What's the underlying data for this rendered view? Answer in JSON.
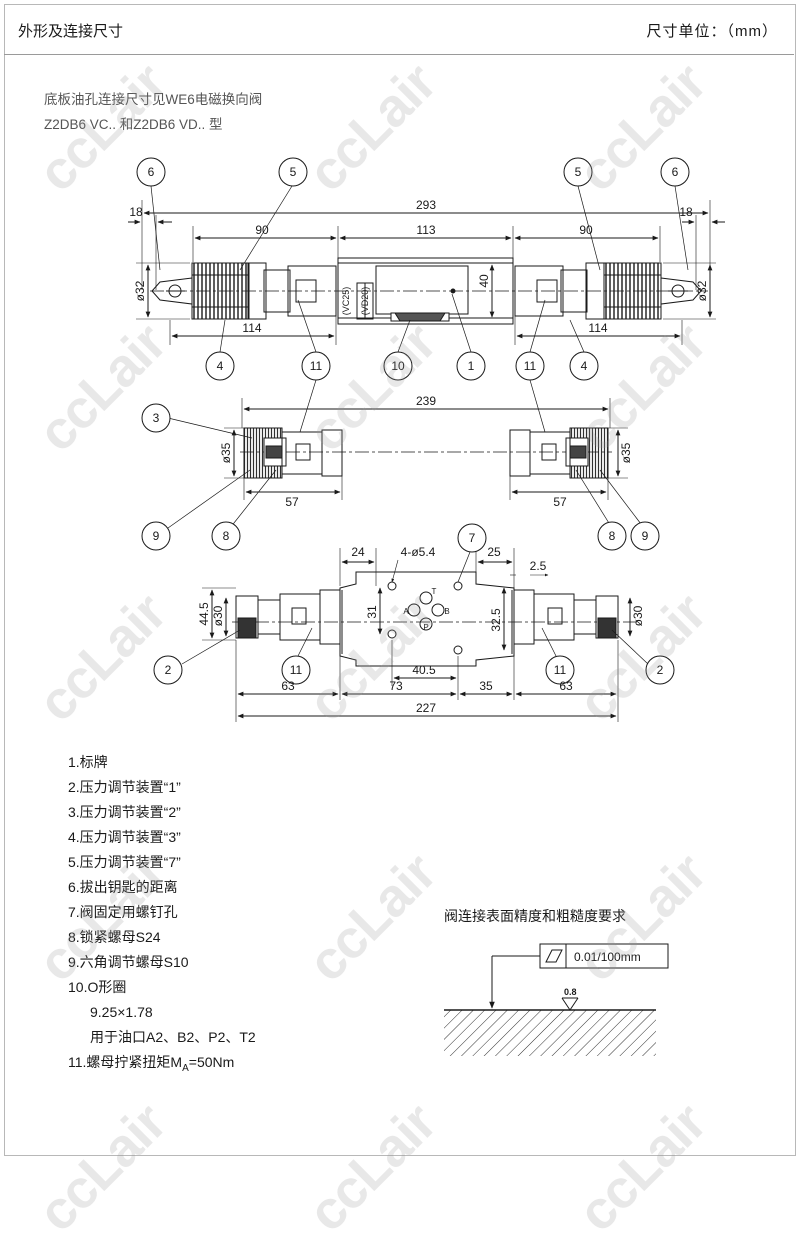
{
  "header": {
    "title": "外形及连接尺寸",
    "unit": "尺寸单位：（mm）"
  },
  "subtitle": {
    "line1": "底板油孔连接尺寸见WE6电磁换向阀",
    "line2": "Z2DB6 VC.. 和Z2DB6 VD.. 型"
  },
  "top_view": {
    "dims": {
      "overall": "293",
      "left_90": "90",
      "center_113": "113",
      "right_90": "90",
      "left_18": "18",
      "right_18": "18",
      "left_dia": "ø32",
      "right_dia": "ø32",
      "height_40": "40",
      "left_114": "114",
      "right_114": "114"
    },
    "body_labels": {
      "vc": "(VC25)",
      "vd": "(VD20)"
    },
    "callouts": [
      "6",
      "5",
      "5",
      "6",
      "4",
      "11",
      "10",
      "1",
      "11",
      "4"
    ]
  },
  "middle_view": {
    "dims": {
      "overall": "239",
      "left_dia": "ø35",
      "right_dia": "ø35",
      "left_57": "57",
      "right_57": "57"
    },
    "callouts": [
      "3",
      "9",
      "8",
      "8",
      "9"
    ]
  },
  "bottom_view": {
    "dims": {
      "d24": "24",
      "holes": "4-ø5.4",
      "d25": "25",
      "d2_5": "2.5",
      "h44_5": "44.5",
      "left_dia": "ø30",
      "right_dia": "ø30",
      "d31": "31",
      "d32_5": "32.5",
      "d40_5": "40.5",
      "d63_l": "63",
      "d73": "73",
      "d35": "35",
      "d63_r": "63",
      "overall": "227"
    },
    "ports": {
      "t": "T",
      "p": "P",
      "a": "A",
      "b": "B"
    },
    "callouts": [
      "7",
      "2",
      "11",
      "11",
      "2"
    ]
  },
  "legend": [
    "1.标牌",
    "2.压力调节装置“1”",
    "3.压力调节装置“2”",
    "4.压力调节装置“3”",
    "5.压力调节装置“7”",
    "6.拔出钥匙的距离",
    "7.阀固定用螺钉孔",
    "8.锁紧螺母S24",
    "9.六角调节螺母S10",
    "10.O形圈",
    "9.25×1.78",
    "用于油口A2、B2、P2、T2"
  ],
  "legend_last": {
    "prefix": "11.螺母拧紧扭矩M",
    "sub": "A",
    "suffix": "=50Nm"
  },
  "surface": {
    "title": "阀连接表面精度和粗糙度要求",
    "flatness": "0.01/100mm",
    "roughness": "0.8"
  },
  "watermark": "ccLair",
  "colors": {
    "line": "#1a1a1a",
    "watermark": "#c8c8c8"
  }
}
